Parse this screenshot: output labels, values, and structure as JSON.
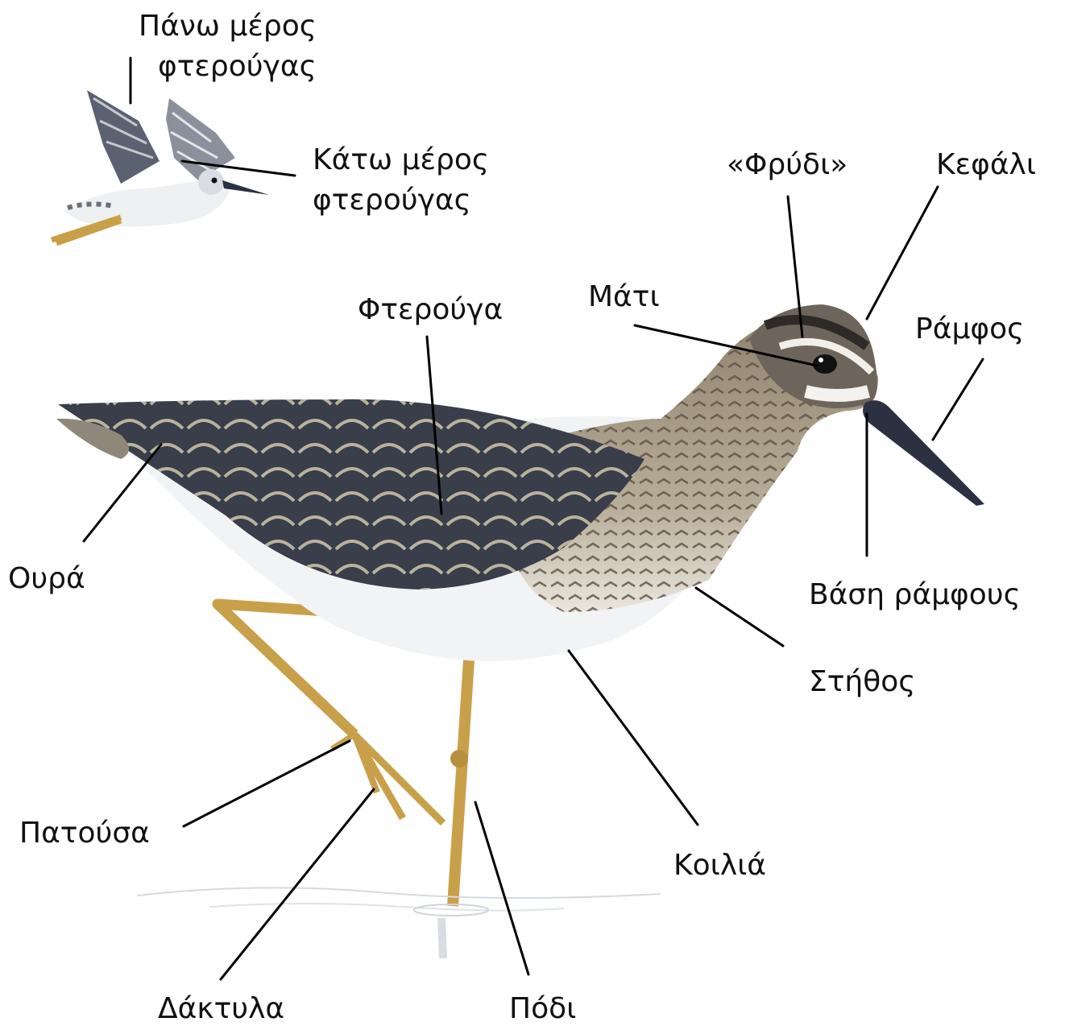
{
  "labels": {
    "upper_wing": [
      "Πάνω μέρος",
      "φτερούγας"
    ],
    "under_wing": [
      "Κάτω μέρος",
      "φτερούγας"
    ],
    "eyebrow": "«Φρύδι»",
    "head": "Κεφάλι",
    "eye": "Μάτι",
    "bill": "Ράμφος",
    "wing": "Φτερούγα",
    "tail": "Ουρά",
    "bill_base": "Βάση ράμφους",
    "breast": "Στήθος",
    "foot": "Πατούσα",
    "belly": "Κοιλιά",
    "toes": "Δάκτυλα",
    "leg": "Πόδι"
  },
  "colors": {
    "back": "#3a3d4a",
    "scallop": "#b9b39c",
    "breast": "#8c7f6d",
    "belly": "#f1f3f5",
    "leg": "#c9a04a",
    "bill": "#2b3140"
  }
}
